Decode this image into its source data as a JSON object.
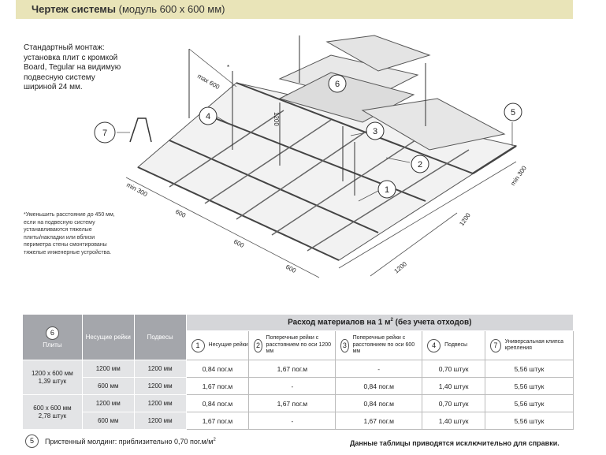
{
  "header": {
    "title_bold": "Чертеж системы",
    "title_normal": "(модуль 600 х 600 мм)"
  },
  "description": "Стандартный монтаж:\nустановка плит с кромкой\nBoard, Tegular на видимую\nподвесную систему\nшириной 24 мм.",
  "note": "*Уменьшить расстояние до 450 мм,\nесли на подвесную систему\nустанавливаются тяжелые\nплиты/накладки или вблизи\nпериметра стены смонтированы\nтяжелые инженерные устройства.",
  "drawing": {
    "callouts": [
      "1",
      "2",
      "3",
      "4",
      "5",
      "6",
      "7"
    ],
    "dims": {
      "max600": "max 600",
      "asterisk": "*",
      "d1200_vert": "1200",
      "min300_left": "min 300",
      "min300_right": "min 300",
      "d600_a": "600",
      "d600_b": "600",
      "d600_c": "600",
      "d1200_right": "1200",
      "d1200_bottom": "1200"
    }
  },
  "table": {
    "col_plates_num": "6",
    "col_plates": "Плиты",
    "col_main": "Несущие рейки",
    "col_hangers": "Подвесы",
    "consumption_title": "Расход материалов на 1 м",
    "consumption_sup": "2",
    "consumption_tail": " (без учета отходов)",
    "sub": [
      {
        "num": "1",
        "label": "Несущие рейки"
      },
      {
        "num": "2",
        "label": "Поперечные рейки с расстоянием по оси 1200 мм"
      },
      {
        "num": "3",
        "label": "Поперечные рейки с расстоянием по оси 600 мм"
      },
      {
        "num": "4",
        "label": "Подвесы"
      },
      {
        "num": "7",
        "label": "Универсальная клипса крепления"
      }
    ],
    "groups": [
      {
        "plate": "1200 х 600 мм\n1,39 штук",
        "rows": [
          {
            "main": "1200 мм",
            "hangers": "1200 мм",
            "c1": "0,84 пог.м",
            "c2": "1,67 пог.м",
            "c3": "-",
            "c4": "0,70 штук",
            "c7": "5,56 штук"
          },
          {
            "main": "600 мм",
            "hangers": "1200 мм",
            "c1": "1,67 пог.м",
            "c2": "-",
            "c3": "0,84 пог.м",
            "c4": "1,40 штук",
            "c7": "5,56 штук"
          }
        ]
      },
      {
        "plate": "600 х 600 мм\n2,78 штук",
        "rows": [
          {
            "main": "1200 мм",
            "hangers": "1200 мм",
            "c1": "0,84 пог.м",
            "c2": "1,67 пог.м",
            "c3": "0,84 пог.м",
            "c4": "0,70 штук",
            "c7": "5,56 штук"
          },
          {
            "main": "600 мм",
            "hangers": "1200 мм",
            "c1": "1,67 пог.м",
            "c2": "-",
            "c3": "1,67 пог.м",
            "c4": "1,40 штук",
            "c7": "5,56 штук"
          }
        ]
      }
    ]
  },
  "footer": {
    "num": "5",
    "left_text": "Пристенный молдинг: приблизительно 0,70 пог.м/м",
    "left_sup": "2",
    "right_text": "Данные таблицы приводятся исключительно для справки."
  }
}
